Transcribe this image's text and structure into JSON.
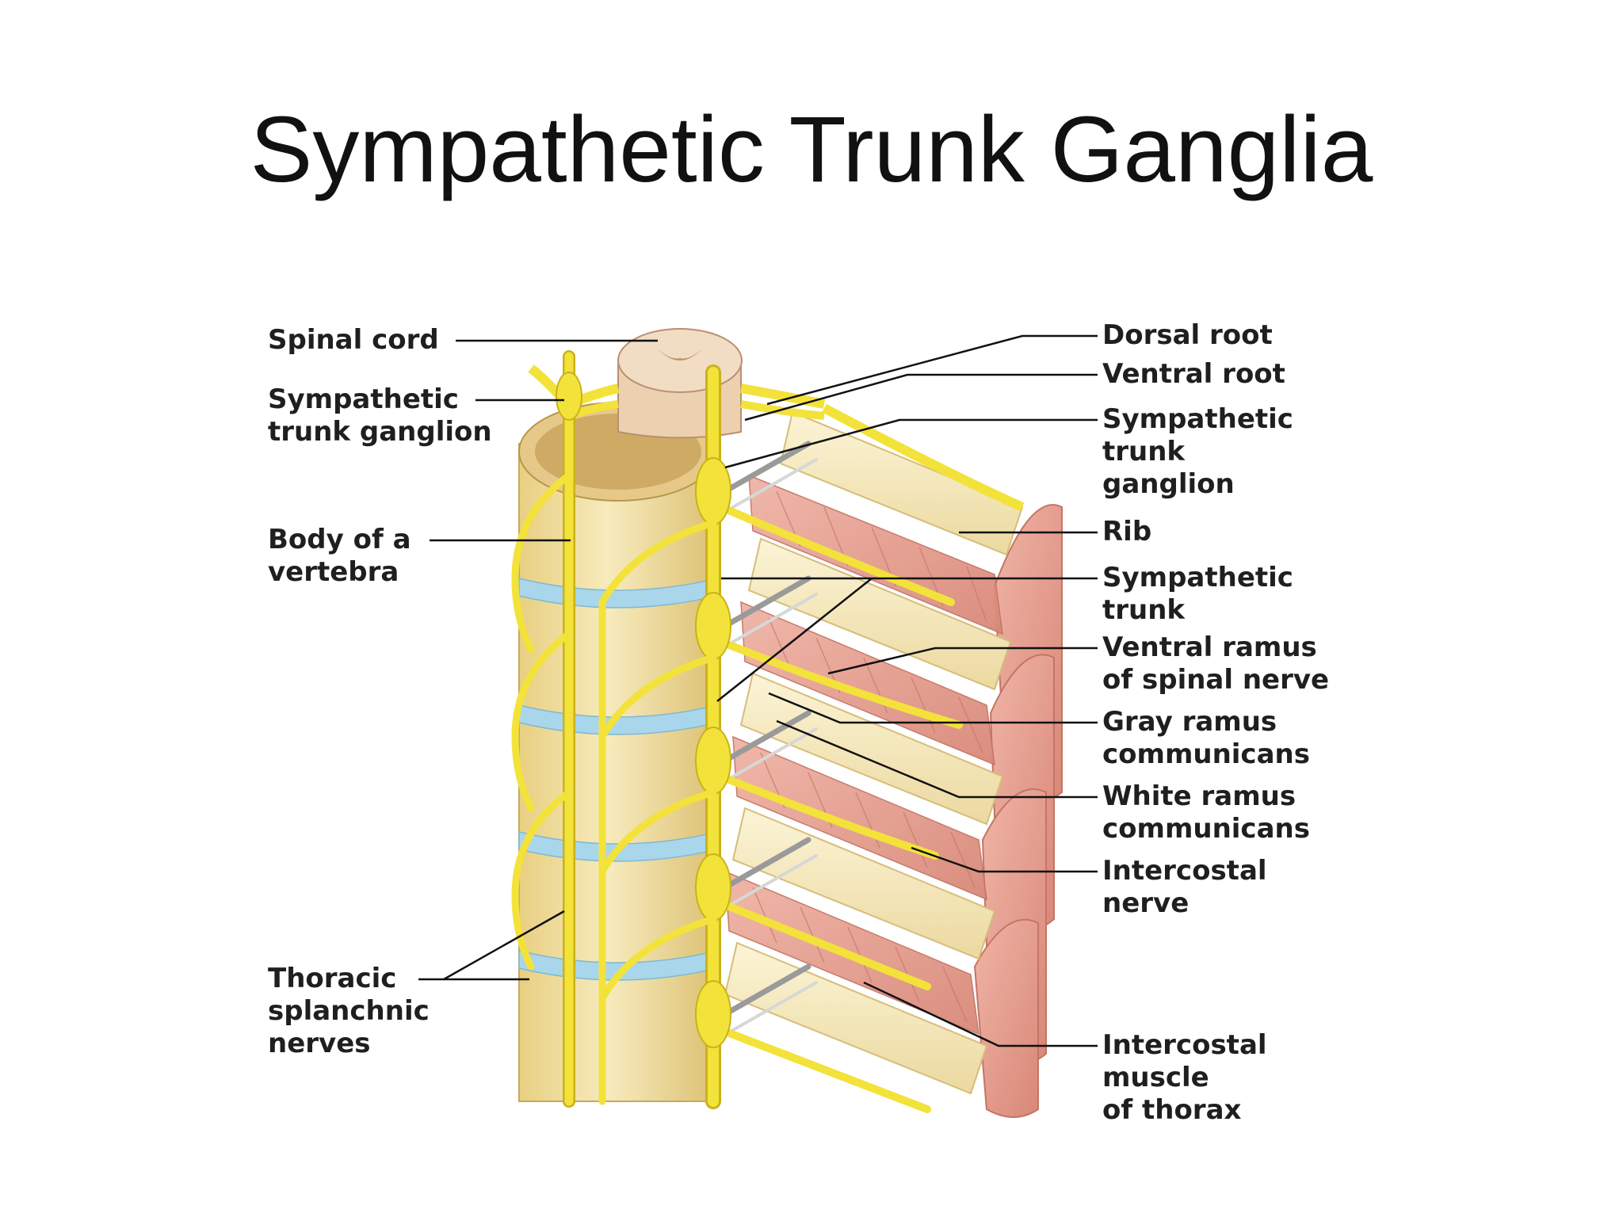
{
  "title": "Sympathetic Trunk Ganglia",
  "colors": {
    "nerve": "#f3e23a",
    "nerve_outline": "#c9b21a",
    "bone": "#f1dea0",
    "disc": "#a9d6ea",
    "muscle": "#e29a8a",
    "rib": "#f6ecc0"
  },
  "labels": {
    "spinal_cord": [
      "Spinal cord"
    ],
    "sympathetic_trunk_ganglion_left": [
      "Sympathetic",
      "trunk ganglion"
    ],
    "body_of_vertebra": [
      "Body of a",
      "vertebra"
    ],
    "thoracic_splanchnic_nerves": [
      "Thoracic",
      "splanchnic",
      "nerves"
    ],
    "dorsal_root": [
      "Dorsal root"
    ],
    "ventral_root": [
      "Ventral root"
    ],
    "sympathetic_trunk_ganglion_right": [
      "Sympathetic",
      "trunk",
      "ganglion"
    ],
    "rib": [
      "Rib"
    ],
    "sympathetic_trunk": [
      "Sympathetic",
      "trunk"
    ],
    "ventral_ramus": [
      "Ventral ramus",
      "of spinal nerve"
    ],
    "gray_ramus": [
      "Gray ramus",
      "communicans"
    ],
    "white_ramus": [
      "White ramus",
      "communicans"
    ],
    "intercostal_nerve": [
      "Intercostal",
      "nerve"
    ],
    "intercostal_muscle": [
      "Intercostal",
      "muscle",
      "of thorax"
    ]
  }
}
